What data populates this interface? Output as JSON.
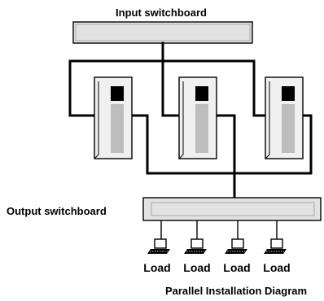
{
  "diagram": {
    "input_label": "Input switchboard",
    "output_label": "Output switchboard",
    "caption": "Parallel Installation Diagram",
    "loads": [
      "Load",
      "Load",
      "Load",
      "Load"
    ],
    "ups_count": 3,
    "colors": {
      "line": "#000000",
      "board_fill": "#e2e2e2",
      "unit_fill": "#f0f0f0",
      "unit_panel": "#bdbdbd",
      "unit_screen": "#000000"
    }
  }
}
